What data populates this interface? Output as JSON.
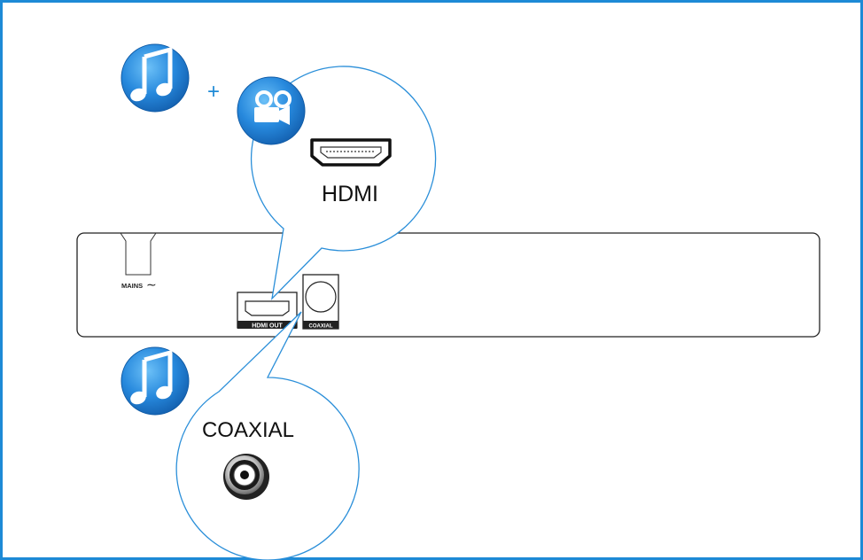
{
  "colors": {
    "frame": "#1e8ad6",
    "icon_blue": "#1f7fd3",
    "icon_blue_light": "#5eb3f2",
    "line": "#2b8fd9",
    "panel_stroke": "#222222"
  },
  "icons": {
    "music_top": "music-note-icon",
    "video": "video-camera-icon",
    "music_bottom": "music-note-icon"
  },
  "plus_sign": "+",
  "hdmi_callout": {
    "label": "HDMI"
  },
  "coaxial_callout": {
    "label": "COAXIAL"
  },
  "panel": {
    "mains_label": "MAINS",
    "mains_symbol": "∼",
    "hdmi_port_label": "HDMI OUT",
    "coaxial_port_label": "COAXIAL"
  }
}
